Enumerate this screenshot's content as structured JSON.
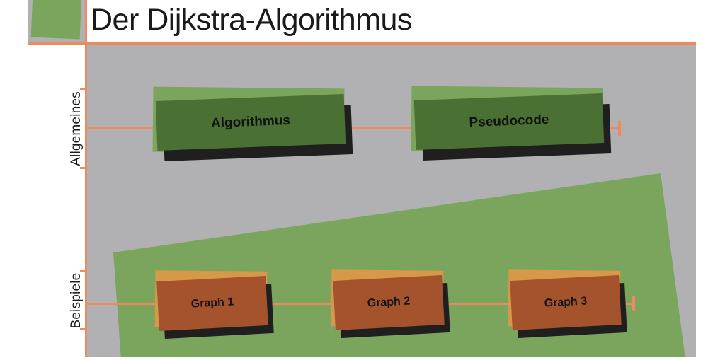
{
  "title": "Der Dijkstra-Algorithmus",
  "sections": [
    {
      "label": "Allgemeines",
      "items": [
        {
          "label": "Algorithmus"
        },
        {
          "label": "Pseudocode"
        }
      ]
    },
    {
      "label": "Beispiele",
      "items": [
        {
          "label": "Graph 1"
        },
        {
          "label": "Graph 2"
        },
        {
          "label": "Graph 3"
        }
      ]
    }
  ],
  "colors": {
    "accent_orange": "#ED8A5F",
    "green_light": "#7BA45C",
    "green_dark": "#4A7133",
    "brown": "#A4532C",
    "tan": "#D69849",
    "shadow": "#1F1F1F",
    "canvas_gray": "#B1B1B3",
    "ink": "#1A1A1A"
  }
}
